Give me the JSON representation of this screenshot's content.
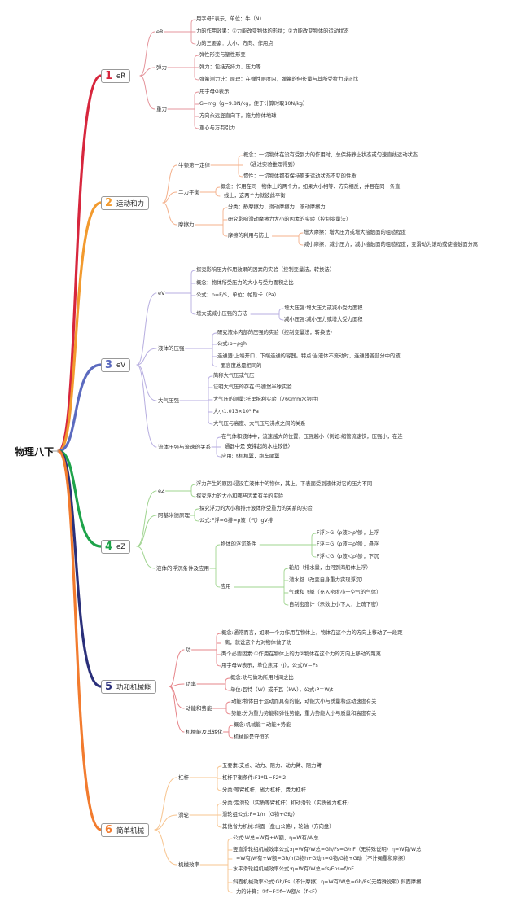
{
  "root": "物理八下",
  "colors": {
    "c1": "#d7263d",
    "c2": "#f29a2e",
    "c3": "#5b6abf",
    "c4": "#1ea34a",
    "c5": "#2a2f7a",
    "c6": "#f27b2e",
    "b1": "#e5959c",
    "b2": "#f4b08b",
    "b3": "#b7aee0",
    "b4": "#9fd48f",
    "b5": "#e68489",
    "b6": "#f7c48f"
  },
  "topics": [
    {
      "num": "1",
      "label": "eR",
      "subs": [
        {
          "label": "eR",
          "items": [
            "用字母F表示，单位：牛（N）",
            "力的作用效果：①力能改变物体的形状；②力能改变物体的运动状态",
            "力的三要素：大小、方向、作用点"
          ]
        },
        {
          "label": "弹力",
          "items": [
            "弹性形变与塑性形变",
            "弹力：包括支持力、压力等",
            "弹簧测力计：原理：在弹性限度内，弹簧的伸长量与其所受拉力成正比"
          ]
        },
        {
          "label": "重力",
          "items": [
            "用字母G表示",
            "G=mg（g=9.8N/kg，便于计算时取10N/kg）",
            "方向永远竖直向下，施力物体地球",
            "重心与万有引力"
          ]
        }
      ]
    },
    {
      "num": "2",
      "label": "运动和力",
      "subs": [
        {
          "label": "牛顿第一定律",
          "items": [
            "概念：一切物体在没有受到力的作用时，总保持静止状态或匀速直线运动状态",
            "（通过实验推理得到）",
            "惯性：一切物体都有保持原来运动状态不变的性质"
          ]
        },
        {
          "label": "二力平衡",
          "items": [
            "概念：作用在同一物体上的两个力，如果大小相等、方向相反，并且在同一条直",
            "线上，这两个力就彼此平衡"
          ]
        },
        {
          "label": "摩擦力",
          "items": [
            "分类：静摩擦力、滑动摩擦力、滚动摩擦力",
            "研究影响滑动摩擦力大小的因素的实验（控制变量法）",
            "摩擦的利用与防止"
          ],
          "deep": [
            "增大摩擦：增大压力或增大接触面的粗糙程度",
            "减小摩擦：减小压力，减小接触面的粗糙程度，变滑动为滚动或使接触面分离"
          ]
        }
      ]
    },
    {
      "num": "3",
      "label": "eV",
      "subs": [
        {
          "label": "eV",
          "items": [
            "探究影响压力作用效果的因素的实验（控制变量法，转换法）",
            "概念：物体所受压力的大小与受力面积之比",
            "公式：p=F/S，单位：帕斯卡（Pa）",
            "增大或减小压强的方法"
          ],
          "deep": [
            "增大压强:增大压力或减小受力面积",
            "减小压强:减小压力或增大受力面积"
          ]
        },
        {
          "label": "液体的压强",
          "items": [
            "研究液体内部的压强的实验（控制变量法，转换法）",
            "公式:p=ρgh",
            "连通器:上端开口，下端连通的容器。特点:当液体不流动时，连通器各部分中的液",
            "面高度总是相同的"
          ]
        },
        {
          "label": "大气压强",
          "items": [
            "简称大气压或气压",
            "证明大气压的存在:马德堡半球实验",
            "大气压的测量:托里拆利实验（760mm水银柱）",
            "大小1.013×10⁵ Pa",
            "大气压与高度、大气压与沸点之间的关系"
          ]
        },
        {
          "label": "流体压强与流速的关系",
          "items": [
            "在气体和液体中，流速越大的位置，压强越小（例如:缩管流速快，压强小，在连",
            "通器中是 支撑起的水柱较低）",
            "应用:飞机机翼，跑车尾翼"
          ]
        }
      ]
    },
    {
      "num": "4",
      "label": "eZ",
      "subs": [
        {
          "label": "eZ",
          "items": [
            "浮力产生的原因:浸没在液体中的物体，其上、下表面受到液体对它的压力不同",
            "探究浮力的大小和哪些因素有关的实验"
          ]
        },
        {
          "label": "阿基米德原理",
          "items": [
            "探究浮力的大小和排开液体所受重力的关系的实验",
            "公式:F浮=G排=ρ液（气）gV排"
          ]
        },
        {
          "label": "液体的浮沉条件及应用",
          "items": [
            "物体的浮沉条件",
            "应用"
          ],
          "deep": [
            "F浮＞G（ρ液＞ρ物），上浮",
            "F浮＝G（ρ液＝ρ物），悬浮",
            "F浮＜G（ρ液＜ρ物），下沉"
          ],
          "deep2": [
            "轮船（排水量，由河到海船体上浮）",
            "潜水艇（改变自身重力实现浮沉）",
            "气球和飞艇（充入密度小于空气的气体）",
            "自制密度计（示数上小下大，上疏下密）"
          ]
        }
      ]
    },
    {
      "num": "5",
      "label": "功和机械能",
      "subs": [
        {
          "label": "功",
          "items": [
            "概念:通常而言，如果一个力作用在物体上，物体在这个力的方向上移动了一段距",
            "离，就说这个力对物体做了功",
            "两个必要因素:①作用在物体上的力②物体在这个力的方向上移动的距离",
            "用字母W表示，单位焦耳（J），公式W＝Fs"
          ]
        },
        {
          "label": "功率",
          "items": [
            "概念:功与做功所用时间之比",
            "单位:瓦特（W）或千瓦（kW），公式:P＝W/t"
          ]
        },
        {
          "label": "动能和势能",
          "items": [
            "动能:物体由于运动而具有的能，动能大小与质量和运动速度有关",
            "势能:分为重力势能和弹性势能，重力势能大小与质量和高度有关"
          ]
        },
        {
          "label": "机械能及其转化",
          "items": [
            "概念:机械能＝动能+势能",
            "机械能是守恒的"
          ]
        }
      ]
    },
    {
      "num": "6",
      "label": "简单机械",
      "subs": [
        {
          "label": "杠杆",
          "items": [
            "五要素:支点、动力、阻力、动力臂、阻力臂",
            "杠杆平衡条件:F1*l1=F2*l2",
            "分类:等臂杠杆，省力杠杆，费力杠杆"
          ]
        },
        {
          "label": "滑轮",
          "items": [
            "分类:定滑轮（实质等臂杠杆）和动滑轮（实质省力杠杆）",
            "滑轮组公式:F=1/n（G物+G动）",
            "其他省力机械:斜面（盘山公路），轮轴（方向盘）"
          ]
        },
        {
          "label": "机械效率",
          "items": [
            "公式:W总=W有+W额，η=W有/W总",
            "竖直滑轮组机械效率公式:η=W有/W总=Gh/Fs=G/nF（无特殊说明）η=W有/W总",
            "=W有/W有+W额=Gh/h(G物h+G动h=G物/G物+G动（不计绳重和摩擦）",
            "水平滑轮组机械效率公式:η=W有/W总=fs/Fns=f/nF",
            "斜面机械效率公式:Gh/Fs（不计摩擦）η=W有/W总=Gh/Fs(无特殊说明) 斜面摩擦",
            "力的计算：①f=F②f=W额/s（f<F）"
          ]
        }
      ]
    }
  ]
}
